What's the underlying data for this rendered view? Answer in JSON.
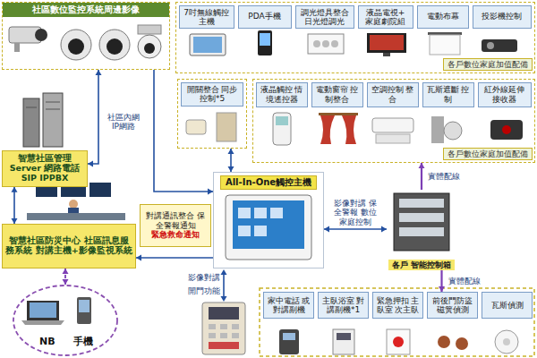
{
  "diagram": {
    "nodes": [
      {
        "text": [
          "社區數位監控系統周邊影像"
        ]
      },
      {
        "text": [
          "各戶數位家庭加值配備"
        ]
      },
      {
        "text": [
          "7吋無線觸控主機"
        ],
        "in": 1
      },
      {
        "text": [
          "PDA手機"
        ],
        "in": 1
      },
      {
        "text": [
          "調光燈具整合 日光燈調光"
        ],
        "in": 1
      },
      {
        "text": [
          "液晶電視+ 家庭劇院組"
        ],
        "in": 1
      },
      {
        "text": [
          "電動布幕"
        ],
        "in": 1
      },
      {
        "text": [
          "投影機控制"
        ],
        "in": 1
      },
      {
        "text": [
          "開關整合 同步控制*5"
        ]
      },
      {
        "text": [
          "各戶數位家庭加值配備"
        ]
      },
      {
        "text": [
          "液晶觸控 情境遙控器"
        ],
        "in": 9
      },
      {
        "text": [
          "電動窗帘 控制整合"
        ],
        "in": 9
      },
      {
        "text": [
          "空調控制 整合"
        ],
        "in": 9
      },
      {
        "text": [
          "瓦斯遮斷 控制"
        ],
        "in": 9
      },
      {
        "text": [
          "紅外線延伸 接收器"
        ],
        "in": 9
      },
      {
        "text": [
          "智慧社區管理Server 網路電話SIP IPPBX"
        ]
      },
      {
        "text": [
          "All-In-One觸控主機"
        ]
      },
      {
        "text": [
          "各戶 智能控制箱"
        ]
      },
      {
        "text": [
          "智慧社區防災中心 社區訊息服務系統 對講主機+影像監視系統"
        ]
      },
      {
        "text": [
          "對講通訊整合 保全警報通知",
          "緊急救命通知"
        ]
      },
      {
        "text": [
          "NB",
          "手機"
        ]
      },
      {
        "text": [
          "家中電話 或對講副機"
        ]
      },
      {
        "text": [
          "主臥浴室 對講副機*1"
        ]
      },
      {
        "text": [
          "緊急押扣 主臥室 次主臥"
        ]
      },
      {
        "text": [
          "前後門防盜 磁簧偵測"
        ]
      },
      {
        "text": [
          "瓦斯偵測"
        ]
      }
    ],
    "edges": [
      {
        "from": 0,
        "to": 15,
        "arrow": "both"
      },
      {
        "from": 0,
        "to": 16,
        "arrow": "to"
      },
      {
        "from": 15,
        "to": 18,
        "arrow": "both"
      },
      {
        "from": 16,
        "to": 18,
        "arrow": "to"
      },
      {
        "from": 16,
        "to": 17,
        "label": "影像對講 保全警報 數位家庭控制",
        "arrow": "both"
      },
      {
        "from": 17,
        "to": 9,
        "label": "實體配線",
        "arrow": "to"
      },
      {
        "from": 17,
        "to": 24,
        "label": "實體配線",
        "arrow": "to"
      },
      {
        "from": 18,
        "to": 20,
        "arrow": "both"
      },
      {
        "from": 8,
        "to": 16,
        "arrow": "both"
      }
    ],
    "labels": [
      "社區內網 IP網路",
      "影像對講",
      "開門功能"
    ]
  }
}
